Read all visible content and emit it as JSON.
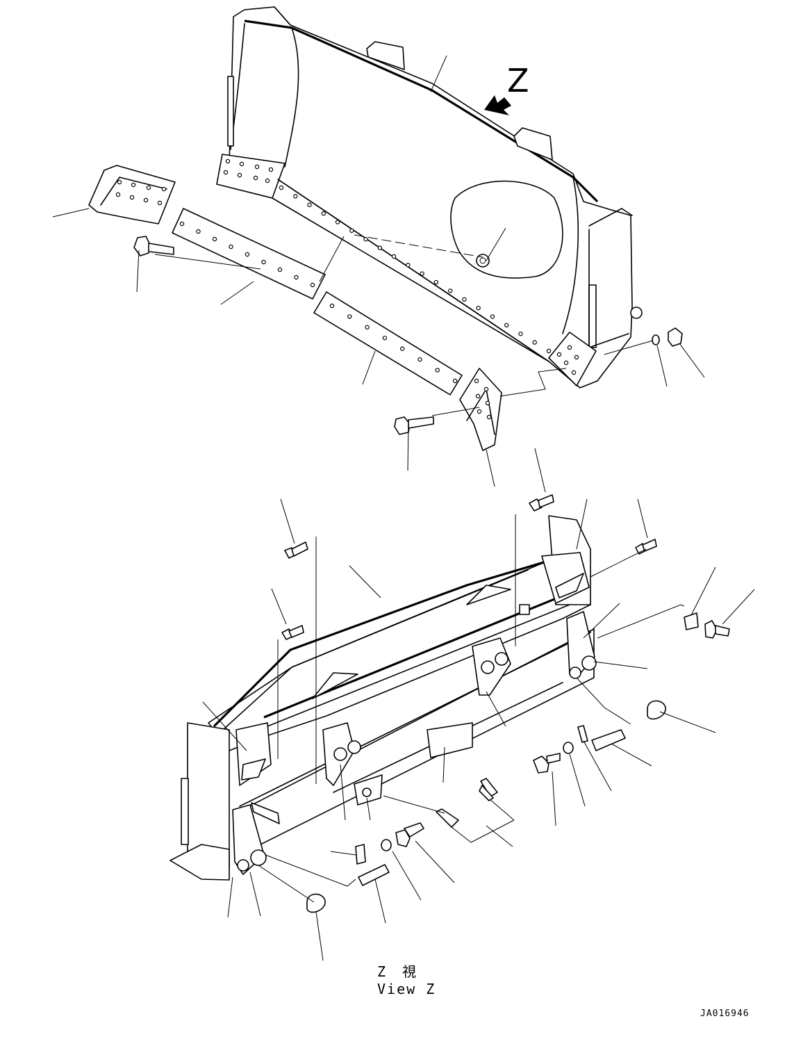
{
  "view_letter": "Z",
  "caption": {
    "line1": "Z　視",
    "line2": "View Z"
  },
  "document_id": "JA016946"
}
